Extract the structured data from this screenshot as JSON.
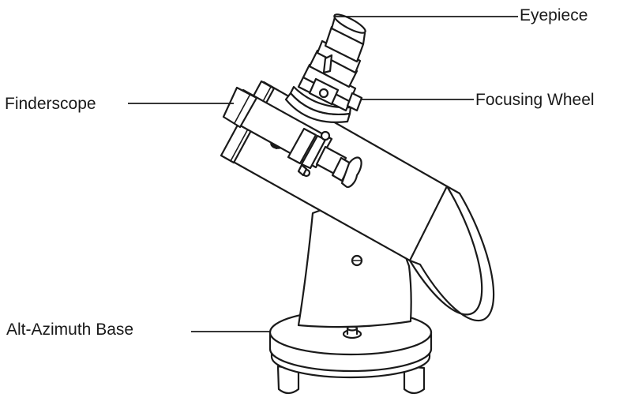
{
  "labels": {
    "eyepiece": "Eyepiece",
    "focusing_wheel": "Focusing Wheel",
    "finderscope": "Finderscope",
    "base": "Alt-Azimuth Base"
  }
}
